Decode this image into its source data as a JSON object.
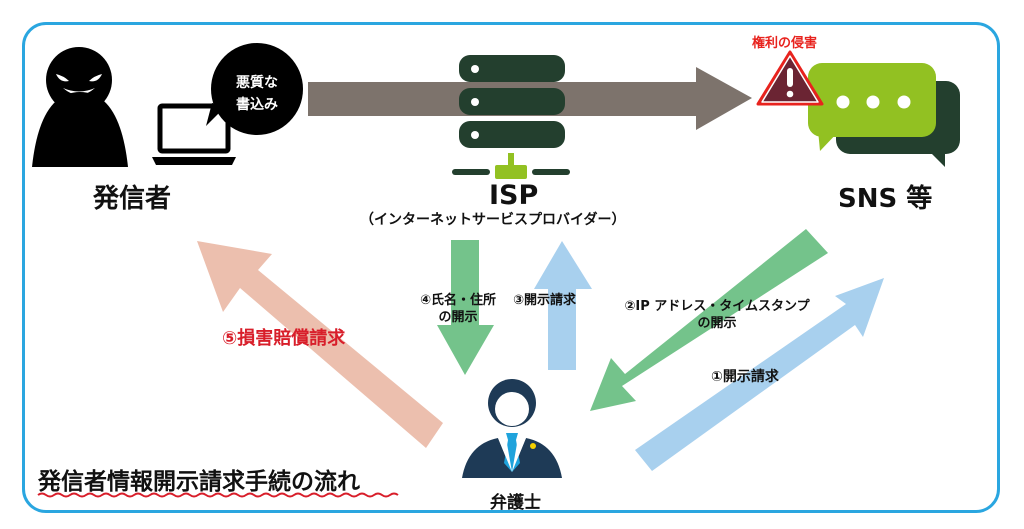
{
  "diagram": {
    "title": "発信者情報開示請求手続の流れ",
    "colors": {
      "frame": "#2aa6e0",
      "main_arrow": "#7d736c",
      "server": "#233f2e",
      "accent_green": "#92c122",
      "disclosure_arrow": "#74c38b",
      "request_arrow": "#a8d0ee",
      "damages_arrow": "#ecbfae",
      "warning_fill": "#6b2433",
      "warning_outline": "#e8231e",
      "lawyer": "#1e3a56",
      "tie": "#1fa3dc",
      "badge": "#f5d000",
      "red_text": "#d81e2a"
    },
    "nodes": {
      "sender": {
        "label": "発信者",
        "speech": [
          "悪質な",
          "書込み"
        ]
      },
      "isp": {
        "label": "ISP",
        "sublabel": "（インターネットサービスプロバイダー）"
      },
      "sns": {
        "label": "SNS 等",
        "warning": "権利の侵害"
      },
      "lawyer": {
        "label": "弁護士"
      }
    },
    "steps": [
      {
        "id": 1,
        "text": "①開示請求"
      },
      {
        "id": 2,
        "line1": "②IP アドレス・タイムスタンプ",
        "line2": "の開示"
      },
      {
        "id": 3,
        "text": "③開示請求"
      },
      {
        "id": 4,
        "line1": "④氏名・住所",
        "line2": "の開示"
      },
      {
        "id": 5,
        "text": "⑤損害賠償請求"
      }
    ]
  }
}
